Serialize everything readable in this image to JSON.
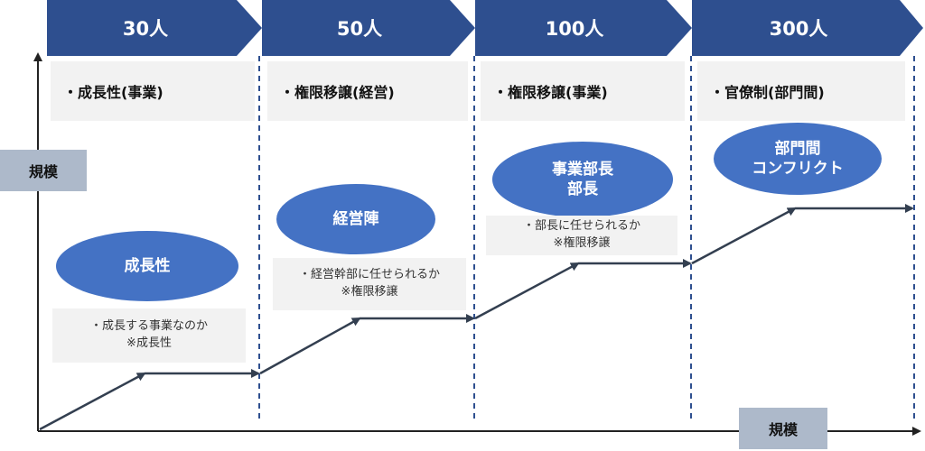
{
  "stages": [
    {
      "headcount": "30人",
      "topic": "・成長性(事業)",
      "focus": [
        "成長性"
      ],
      "note": [
        "・成長する事業なのか",
        "※成長性"
      ]
    },
    {
      "headcount": "50人",
      "topic": "・権限移譲(経営)",
      "focus": [
        "経営陣"
      ],
      "note": [
        "・経営幹部に任せられるか",
        "※権限移譲"
      ]
    },
    {
      "headcount": "100人",
      "topic": "・権限移譲(事業)",
      "focus": [
        "事業部長",
        "部長"
      ],
      "note": [
        "・部長に任せられるか",
        "※権限移譲"
      ]
    },
    {
      "headcount": "300人",
      "topic": "・官僚制(部門間)",
      "focus": [
        "部門間",
        "コンフリクト"
      ]
    }
  ],
  "axes": {
    "y_label": "規模",
    "x_label": "規模"
  },
  "colors": {
    "header": "#2e4f8f",
    "oval": "#4472c4",
    "panel": "#f2f2f2",
    "axis_label_bg": "#adb9ca",
    "line": "#333f50"
  }
}
